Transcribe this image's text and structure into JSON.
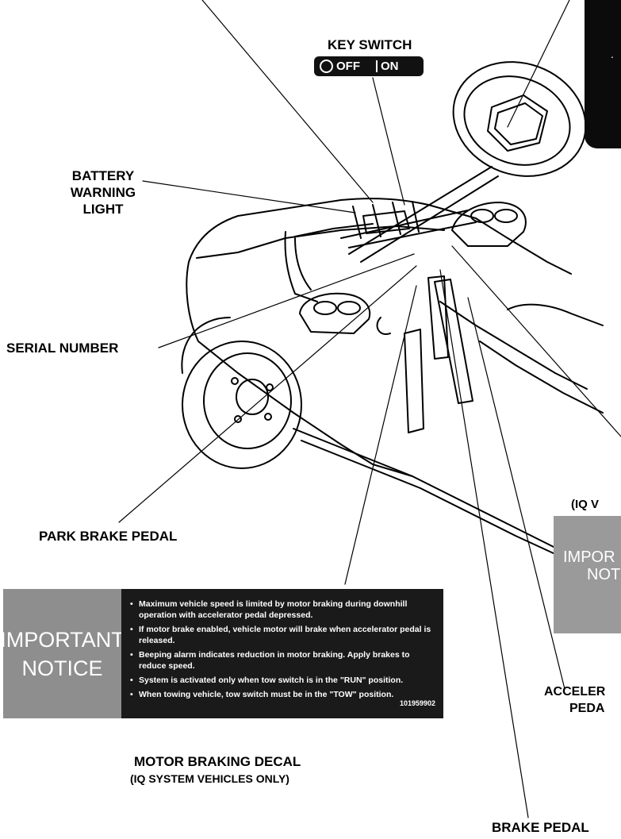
{
  "labels": {
    "key_switch": "KEY SWITCH",
    "key_off": "OFF",
    "key_on": "ON",
    "battery_line1": "BATTERY",
    "battery_line2": "WARNING",
    "battery_line3": "LIGHT",
    "serial_number": "SERIAL NUMBER",
    "park_brake_pedal": "PARK BRAKE PEDAL",
    "motor_braking_decal": "MOTOR BRAKING DECAL",
    "iq_only": "(IQ SYSTEM VEHICLES ONLY)",
    "iq_partial": "(IQ V",
    "accelerator_line1": "ACCELER",
    "accelerator_line2": "PEDA",
    "brake_pedal": "BRAKE PEDAL"
  },
  "notice": {
    "title_line1": "IMPORTANT",
    "title_line2": "NOTICE",
    "bullets": [
      "Maximum vehicle speed is limited by motor braking during downhill operation with accelerator pedal depressed.",
      "If motor brake enabled, vehicle motor will brake when accelerator pedal is released.",
      "Beeping alarm indicates reduction in motor braking. Apply brakes to reduce speed.",
      "System is activated only when tow switch is in the \"RUN\" position.",
      "When towing vehicle, tow switch must be in the \"TOW\" position."
    ],
    "part_number": "101959902"
  },
  "notice2": {
    "line1": "IMPOR",
    "line2": "NOT"
  },
  "colors": {
    "decal_gray": "#8e8e8e",
    "decal_black": "#1a1a1a"
  }
}
